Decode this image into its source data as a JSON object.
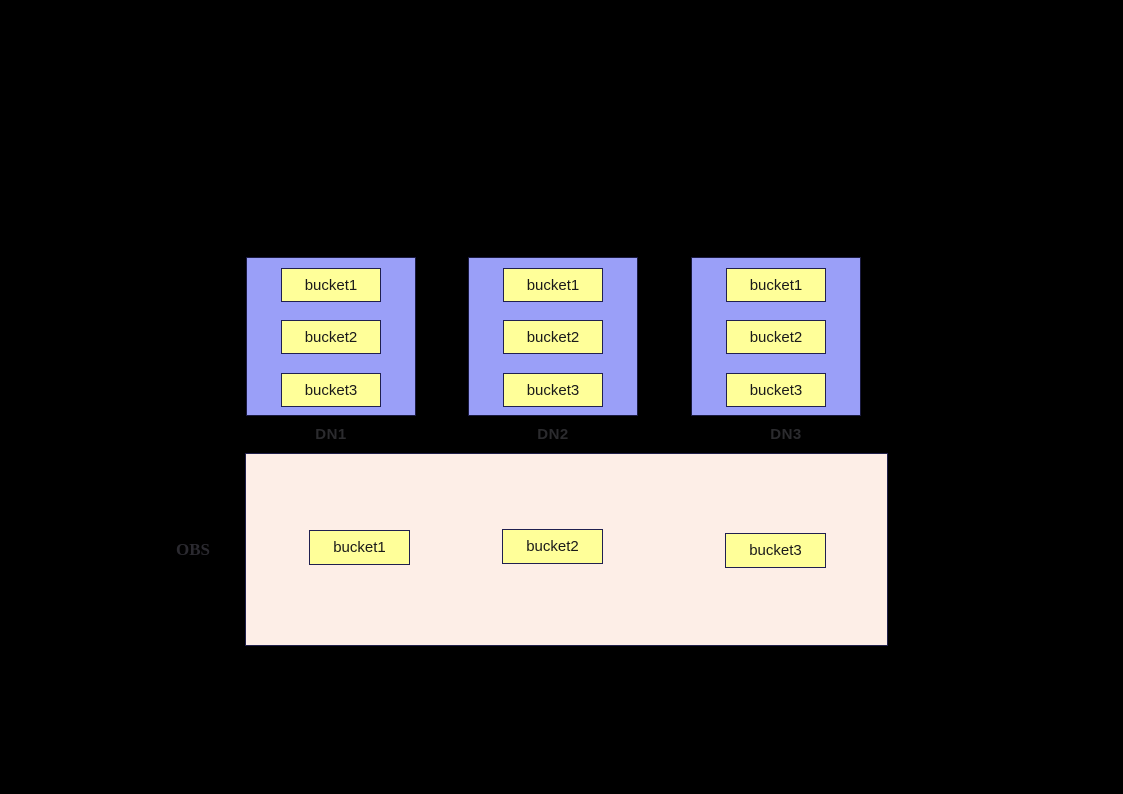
{
  "diagram": {
    "background_color": "#000000",
    "colors": {
      "dn_node_fill": "#9a9ff8",
      "bucket_fill": "#ffff99",
      "obs_fill": "#fdeee7",
      "box_border": "#202050",
      "label_text": "#2b2b2e",
      "bucket_text": "#1a1a1a"
    },
    "dn_nodes": [
      {
        "label": "DN1",
        "buckets": [
          {
            "label": "bucket1"
          },
          {
            "label": "bucket2"
          },
          {
            "label": "bucket3"
          }
        ]
      },
      {
        "label": "DN2",
        "buckets": [
          {
            "label": "bucket1"
          },
          {
            "label": "bucket2"
          },
          {
            "label": "bucket3"
          }
        ]
      },
      {
        "label": "DN3",
        "buckets": [
          {
            "label": "bucket1"
          },
          {
            "label": "bucket2"
          },
          {
            "label": "bucket3"
          }
        ]
      }
    ],
    "obs": {
      "label": "OBS",
      "buckets": [
        {
          "label": "bucket1"
        },
        {
          "label": "bucket2"
        },
        {
          "label": "bucket3"
        }
      ]
    }
  }
}
